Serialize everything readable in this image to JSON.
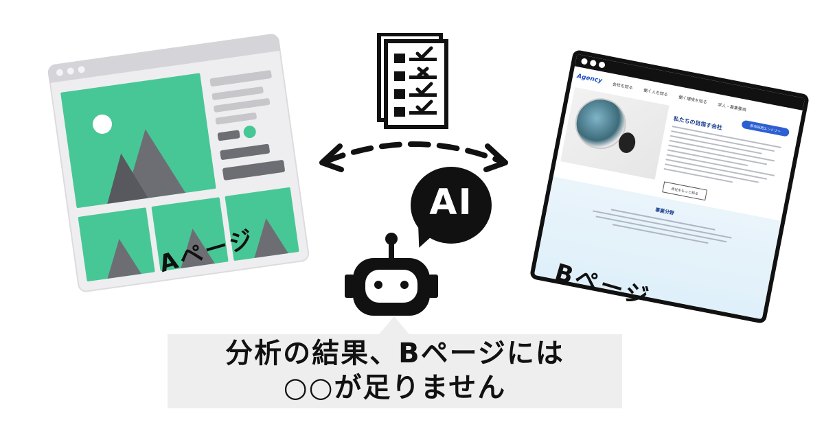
{
  "labels": {
    "page_a": "Aページ",
    "page_b": "Bページ",
    "ai": "AI",
    "result_line1": "分析の結果、Bページには",
    "result_line2": "○○が足りません"
  },
  "page_b_mock": {
    "logo": "Agency",
    "nav_items": [
      "会社を知る",
      "働く人を知る",
      "働く環境を知る",
      "求人・募集要項"
    ],
    "entry_button": "新卒採用エントリー",
    "heading": "私たちの目指す会社",
    "more_button": "会社をもっと知る",
    "section_title": "事業分野"
  },
  "colors": {
    "accent_green": "#48c796",
    "mock_grey": "#c6c6cb",
    "ink": "#111111",
    "link_blue": "#2350c7"
  },
  "icons": [
    "checklist-icon",
    "robot-icon",
    "speech-bubble-icon",
    "double-arrow-icon",
    "image-placeholder-icon"
  ]
}
